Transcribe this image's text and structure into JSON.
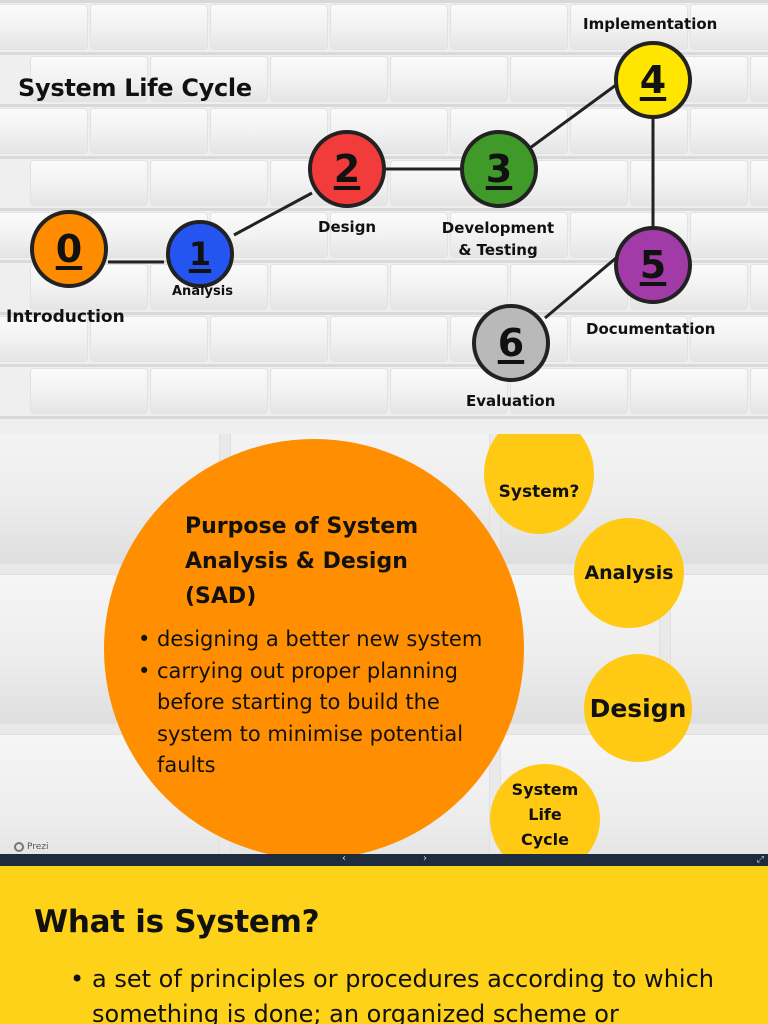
{
  "slide1": {
    "title": "System Life Cycle",
    "stages": [
      {
        "number": "0",
        "label": "Introduction",
        "color": "#ff8c00"
      },
      {
        "number": "1",
        "label": "Analysis",
        "color": "#2455f0"
      },
      {
        "number": "2",
        "label": "Design",
        "color": "#f23c3c"
      },
      {
        "number": "3",
        "label_line1": "Development",
        "label_line2": "& Testing",
        "color": "#3f9a2a"
      },
      {
        "number": "4",
        "label": "Implementation",
        "color": "#ffe600"
      },
      {
        "number": "5",
        "label": "Documentation",
        "color": "#a23aa8"
      },
      {
        "number": "6",
        "label": "Evaluation",
        "color": "#b9b9b9"
      }
    ]
  },
  "slide2": {
    "title": "Purpose of System Analysis & Design (SAD)",
    "bullets": [
      "designing a better new system",
      "carrying out proper planning before starting to build the system to minimise potential faults"
    ],
    "topics": [
      "System?",
      "Analysis",
      "Design",
      "System Life Cycle"
    ],
    "badge": "Prezi"
  },
  "navbar": {
    "prev_icon": "‹",
    "next_icon": "›",
    "expand_icon": "⤢"
  },
  "slide3": {
    "title": "What is System?",
    "bullets": [
      "a set of principles or procedures according to which something is done; an organized scheme or"
    ]
  },
  "colors": {
    "orange": "#ff8f00",
    "yellow": "#ffc914",
    "slide3_bg": "#ffd21a",
    "navbar": "#1e2c3d"
  }
}
